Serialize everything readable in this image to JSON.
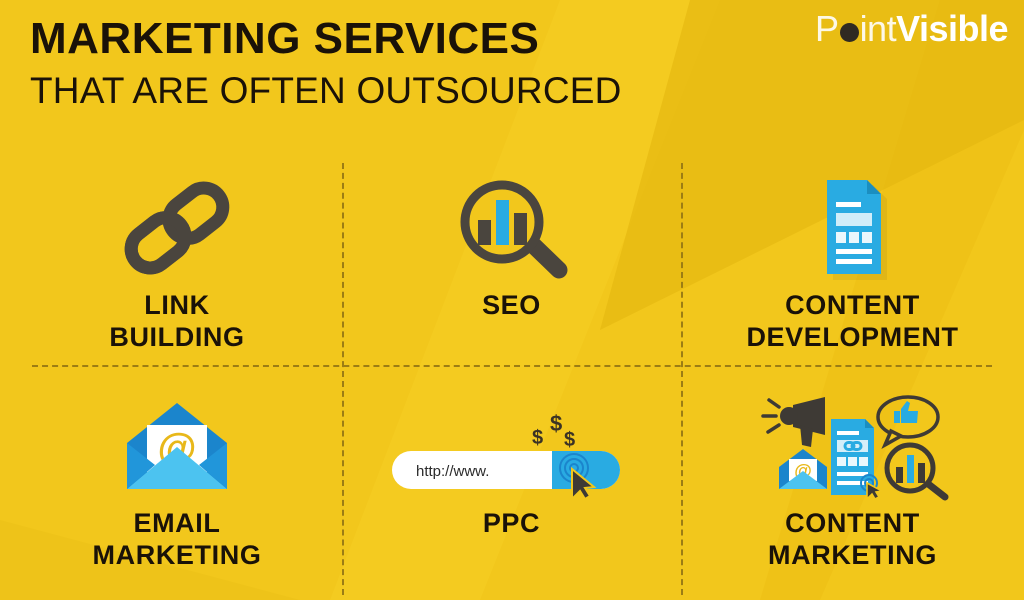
{
  "header": {
    "title_main": "MARKETING SERVICES",
    "title_sub": "THAT ARE OFTEN OUTSOURCED",
    "logo": {
      "part_light": "P",
      "part_light2": "int",
      "part_bold": "Visible",
      "full": "PointVisible"
    }
  },
  "colors": {
    "background": "#f2c71c",
    "background_ray": "#e5b711",
    "text_dark": "#1a1208",
    "divider": "#9c7d14",
    "icon_dark": "#3e3a35",
    "icon_blue": "#29abe2",
    "icon_blue_deep": "#1b85cc",
    "icon_blue_light": "#4cc3f0",
    "accent_gold": "#e8b81a",
    "white": "#ffffff"
  },
  "grid": {
    "cells": [
      {
        "id": "link-building",
        "icon": "chain-link-icon",
        "label": "LINK\nBUILDING",
        "line1": "LINK",
        "line2": "BUILDING",
        "row": 1,
        "col": 1
      },
      {
        "id": "seo",
        "icon": "magnifier-bars-icon",
        "label": "SEO",
        "line1": "SEO",
        "line2": "",
        "row": 1,
        "col": 2
      },
      {
        "id": "content-development",
        "icon": "document-icon",
        "label": "CONTENT\nDEVELOPMENT",
        "line1": "CONTENT",
        "line2": "DEVELOPMENT",
        "row": 1,
        "col": 3
      },
      {
        "id": "email-marketing",
        "icon": "open-envelope-at-icon",
        "label": "EMAIL\nMARKETING",
        "line1": "EMAIL",
        "line2": "MARKETING",
        "row": 2,
        "col": 1
      },
      {
        "id": "ppc",
        "icon": "url-bar-click-icon",
        "label": "PPC",
        "line1": "PPC",
        "line2": "",
        "row": 2,
        "col": 2
      },
      {
        "id": "content-marketing",
        "icon": "content-collage-icon",
        "label": "CONTENT\nMARKETING",
        "line1": "CONTENT",
        "line2": "MARKETING",
        "row": 2,
        "col": 3
      }
    ]
  },
  "ppc_icon": {
    "url_text": "http://www.",
    "dollar_symbols": [
      "$",
      "$",
      "$"
    ]
  },
  "email_icon": {
    "at_symbol": "@"
  },
  "content_marketing_icon": {
    "elements": [
      "megaphone-icon",
      "thumbs-up-speech-bubble-icon",
      "document-link-icon",
      "envelope-at-icon",
      "magnifier-bars-icon",
      "cursor-icon"
    ]
  }
}
